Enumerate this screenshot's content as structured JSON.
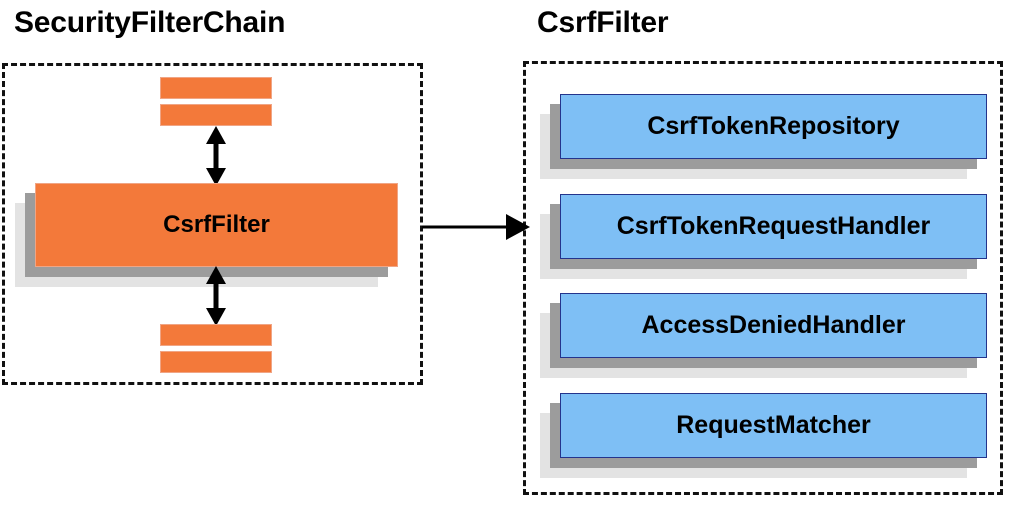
{
  "diagram": {
    "title_left": "SecurityFilterChain",
    "title_right": "CsrfFilter",
    "left_panel": {
      "main_node": "CsrfFilter",
      "slab_count_top": 2,
      "slab_count_bottom": 2
    },
    "right_panel": {
      "nodes": [
        {
          "label": "CsrfTokenRepository"
        },
        {
          "label": "CsrfTokenRequestHandler"
        },
        {
          "label": "AccessDeniedHandler"
        },
        {
          "label": "RequestMatcher"
        }
      ]
    },
    "connectors": {
      "up_arrow": "double-headed-vertical-arrow",
      "down_arrow": "double-headed-vertical-arrow",
      "cross_arrow": "single-headed-right-arrow"
    },
    "colors": {
      "orange_fill": "#f3793a",
      "orange_border": "#f0a585",
      "blue_fill": "#7ebff5",
      "blue_border": "#24348c",
      "shadow_dark": "#9c9c9c",
      "shadow_light": "#e3e3e3",
      "dashed_border": "#111111",
      "text": "#000000",
      "background": "#ffffff"
    }
  }
}
